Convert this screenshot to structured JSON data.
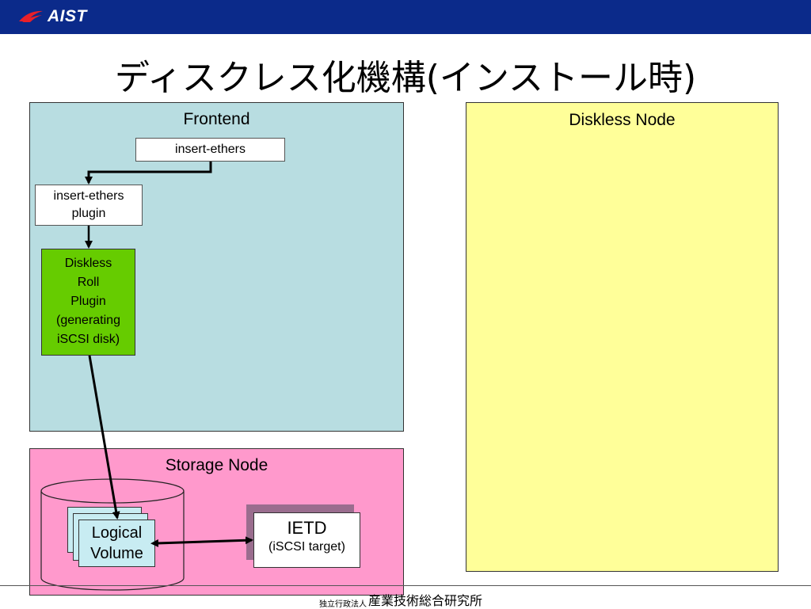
{
  "header": {
    "logo_text": "AIST",
    "bar_color": "#0b2a8a"
  },
  "slide": {
    "title": "ディスクレス化機構(インストール時)"
  },
  "panels": {
    "frontend": {
      "label": "Frontend",
      "color": "#b8dde1"
    },
    "diskless": {
      "label": "Diskless Node",
      "color": "#ffff99"
    },
    "storage": {
      "label": "Storage Node",
      "color": "#ff99cc"
    }
  },
  "boxes": {
    "insert_ethers": "insert-ethers",
    "plugin_line1": "insert-ethers",
    "plugin_line2": "plugin",
    "roll_lines": [
      "Diskless",
      "Roll",
      "Plugin",
      "(generating",
      "iSCSI disk)"
    ],
    "roll_color": "#66cc00",
    "lv_line1": "Logical",
    "lv_line2": "Volume",
    "ietd_main": "IETD",
    "ietd_sub": "(iSCSI target)"
  },
  "footer": {
    "small": "独立行政法人",
    "big": "産業技術総合研究所"
  }
}
